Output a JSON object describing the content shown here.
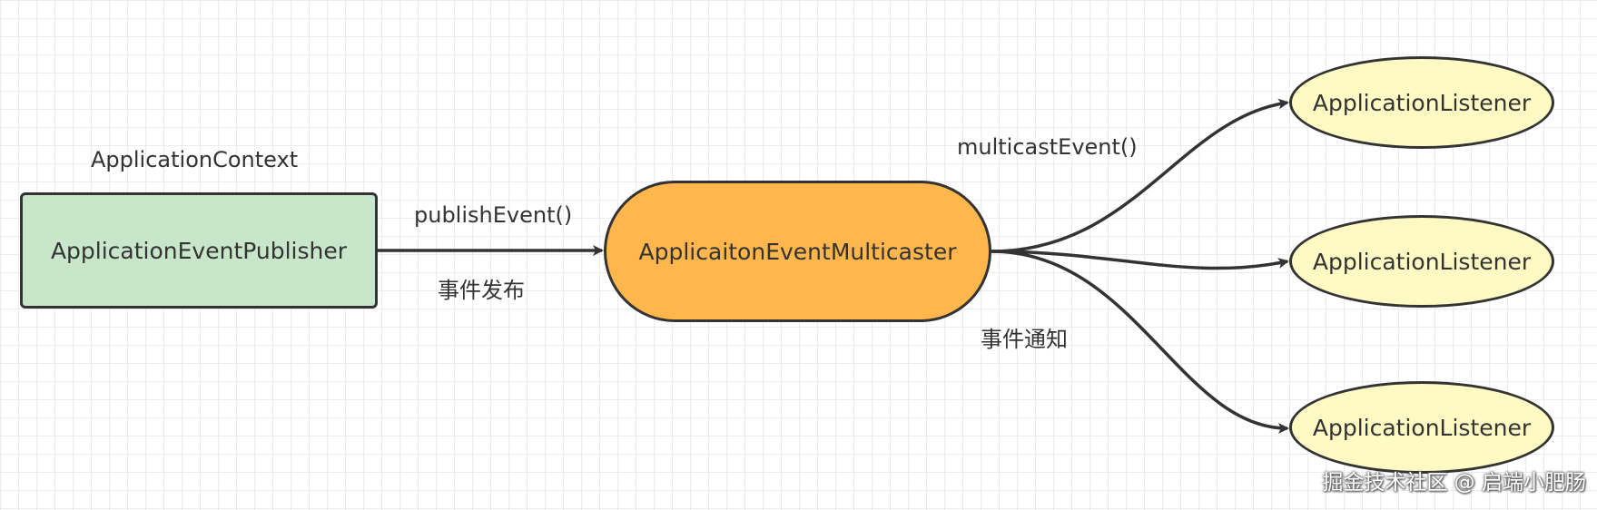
{
  "diagram": {
    "context_label": "ApplicationContext",
    "publisher_label": "ApplicationEventPublisher",
    "multicaster_label": "ApplicaitonEventMulticaster",
    "listeners": [
      {
        "label": "ApplicationListener"
      },
      {
        "label": "ApplicationListener"
      },
      {
        "label": "ApplicationListener"
      }
    ],
    "edges": {
      "publish_method": "publishEvent()",
      "publish_cn": "事件发布",
      "multicast_method": "multicastEvent()",
      "notify_cn": "事件通知"
    },
    "colors": {
      "publisher_fill": "#c8e6c9",
      "multicaster_fill": "#ffb74d",
      "listener_fill": "#fff9c4",
      "stroke": "#333333"
    }
  },
  "watermark": "掘金技术社区 @ 启端小肥肠"
}
